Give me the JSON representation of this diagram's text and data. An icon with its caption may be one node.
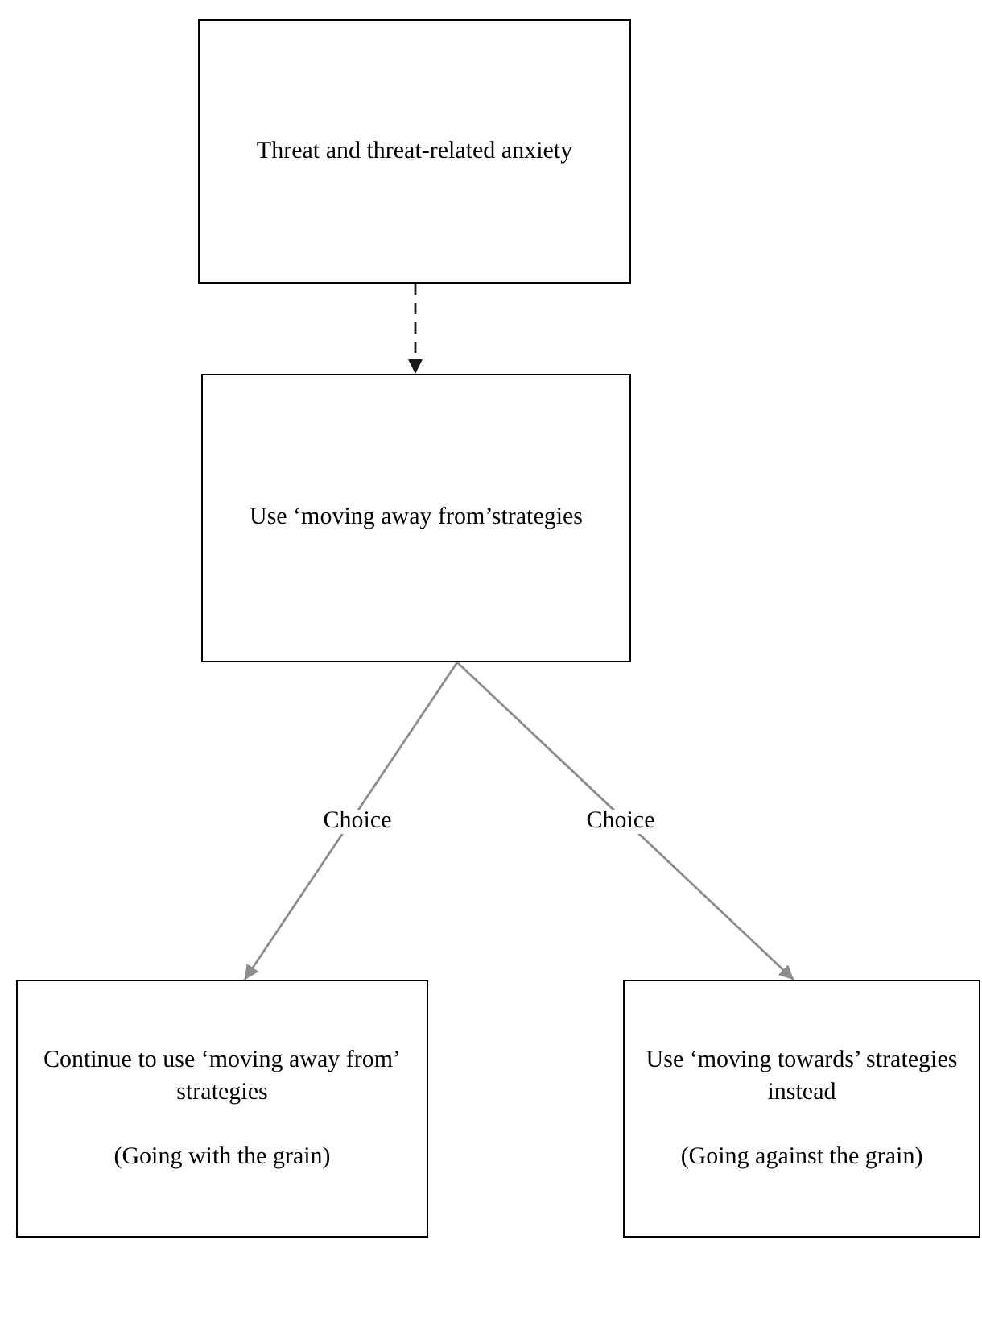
{
  "diagram": {
    "nodes": [
      {
        "text": [
          "Threat and threat-related anxiety"
        ]
      },
      {
        "text": [
          "Use ‘moving away from’strategies"
        ]
      },
      {
        "text": [
          "Continue to use ‘moving away from’ strategies",
          "(Going with the grain)"
        ]
      },
      {
        "text": [
          "Use ‘moving towards’ strategies instead",
          "(Going against the grain)"
        ]
      }
    ],
    "edges": [
      {
        "from": 0,
        "to": 1,
        "arrow": "to",
        "style": "dashed",
        "color": "#1a1a1a"
      },
      {
        "from": 1,
        "to": 2,
        "arrow": "to",
        "label": "Choice"
      },
      {
        "from": 1,
        "to": 3,
        "arrow": "to",
        "label": "Choice"
      }
    ]
  }
}
